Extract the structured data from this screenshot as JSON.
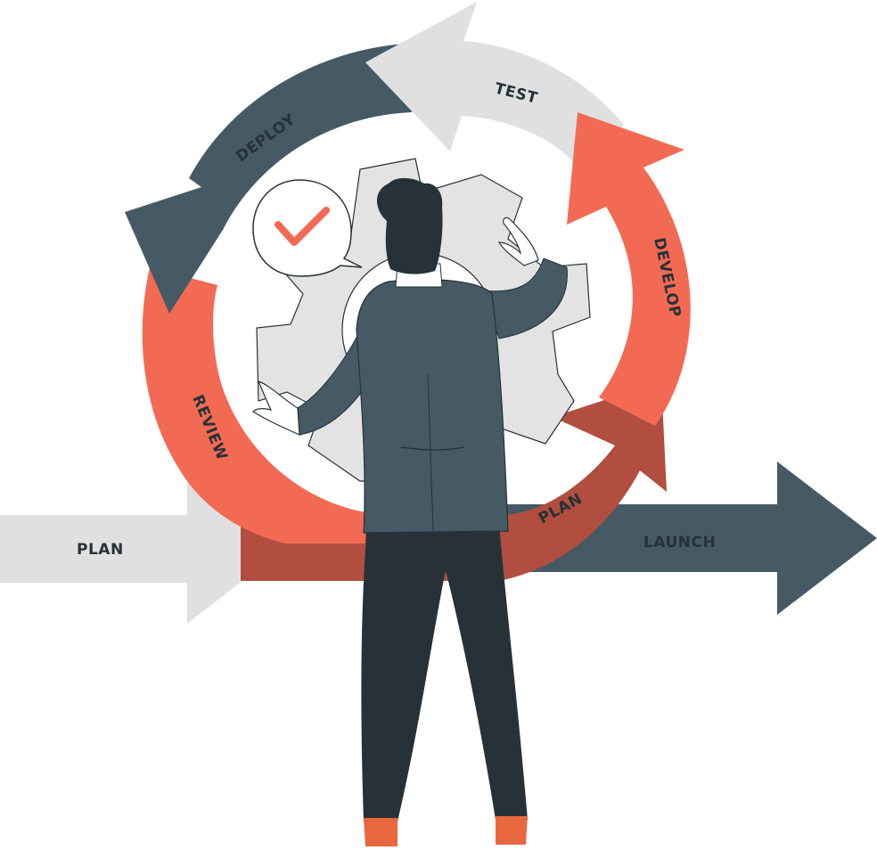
{
  "labels": {
    "plan_in": "PLAN",
    "plan_arc": "PLAN",
    "review": "REVIEW",
    "deploy": "DEPLOY",
    "test": "TEST",
    "develop": "DEVELOP",
    "launch": "LAUNCH"
  },
  "colors": {
    "light_grey": "#e0e0e0",
    "dark_slate": "#455a64",
    "coral": "#f36a54",
    "brick": "#b24e3f",
    "navy": "#263238",
    "gear": "#e3e3e3",
    "skin": "#ffffff",
    "shoe": "#e8673f"
  },
  "icons": {
    "check": "check-icon",
    "gear": "gear-icon"
  }
}
